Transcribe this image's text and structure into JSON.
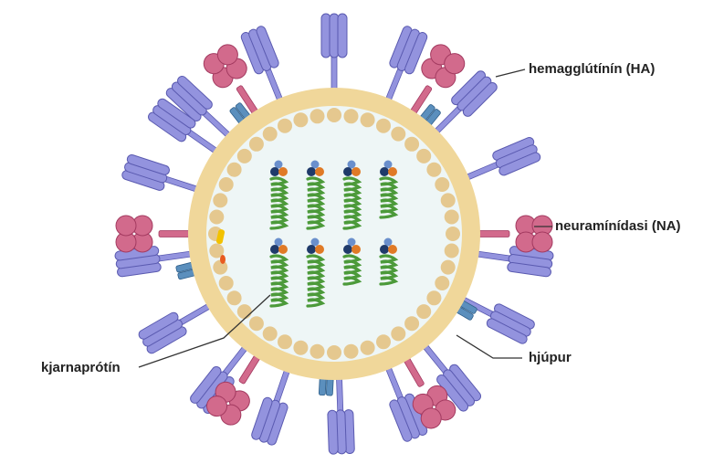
{
  "labels": {
    "ha": "hemagglútínín (HA)",
    "na": "neuramínídasi (NA)",
    "envelope": "hjúpur",
    "nucleoprotein": "kjarnaprótín"
  },
  "colors": {
    "background": "#ffffff",
    "envelope_outer": "#f0d79a",
    "lipid_bead": "#e5c88f",
    "interior": "#eef6f6",
    "hemagglutinin": "#9393de",
    "hemagglutinin_stroke": "#5a5ab0",
    "neuraminidase": "#d26a8c",
    "neuraminidase_stroke": "#a33a60",
    "m2_channel": "#5b8fbd",
    "rna_strand": "#4c9a3a",
    "rnp_blue_light": "#6a8fcc",
    "rnp_blue_dark": "#1f3a6a",
    "rnp_orange": "#e07a26",
    "yellow_particle": "#f2c200",
    "orange_particle": "#e85a20",
    "leader_line": "#333333"
  },
  "icons": {
    "hemagglutinin": "hemagglutinin-spike-icon",
    "neuraminidase": "neuraminidase-tetramer-icon",
    "m2": "m2-ion-channel-icon",
    "rnp": "ribonucleoprotein-segment-icon"
  }
}
